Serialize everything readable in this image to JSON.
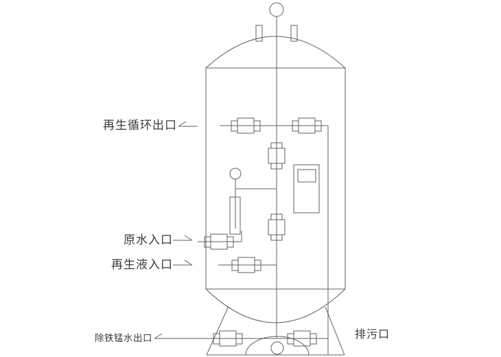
{
  "diagram": {
    "labels": {
      "regen_cycle_outlet": "再生循环出口",
      "raw_water_inlet": "原水入口",
      "regen_liquid_inlet": "再生液入口",
      "iron_mn_water_outlet": "除铁锰水出口",
      "drain_outlet": "排污口"
    },
    "icons": {
      "flow_out_arrows": "harpoon-arrow-left-icon",
      "flow_in_arrows": "harpoon-arrow-right-icon",
      "top_fitting": "vent-ball-icon",
      "level_gauge": "sight-glass-icon",
      "valves": "flanged-valve-icon"
    },
    "colors": {
      "line": "#5f5f5f",
      "text": "#3a3a3a",
      "background": "#ffffff"
    }
  }
}
